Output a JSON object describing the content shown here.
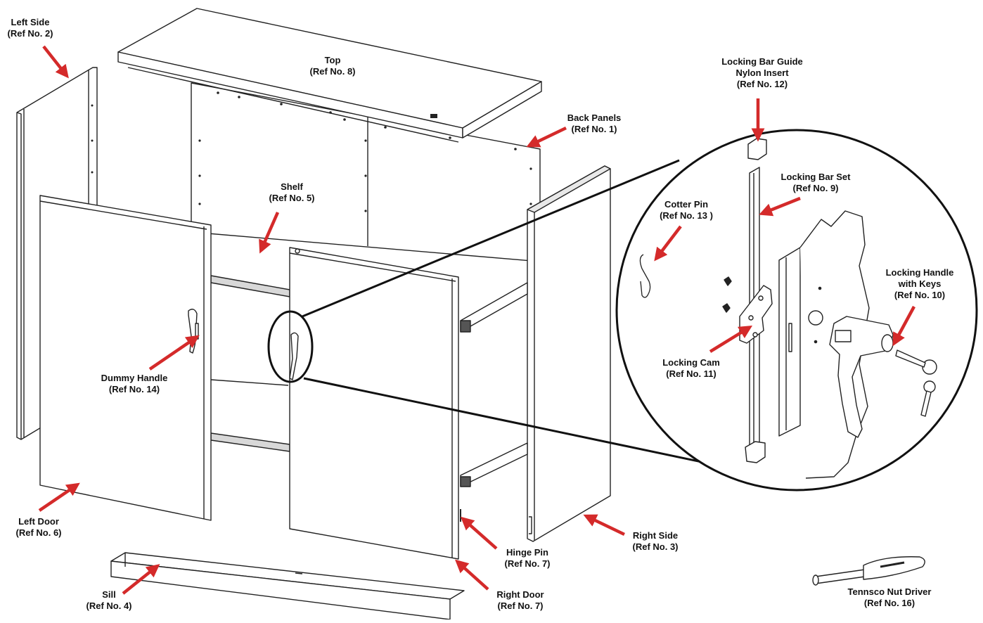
{
  "colors": {
    "arrow": "#d42a2a",
    "line": "#222222",
    "panel": "#ffffff",
    "shade": "#cfcfcf"
  },
  "labels": {
    "left_side": {
      "name": "Left Side",
      "ref": "(Ref No. 2)"
    },
    "top": {
      "name": "Top",
      "ref": "(Ref No. 8)"
    },
    "back_panels": {
      "name": "Back Panels",
      "ref": "(Ref No. 1)"
    },
    "shelf": {
      "name": "Shelf",
      "ref": "(Ref No. 5)"
    },
    "dummy_handle": {
      "name": "Dummy Handle",
      "ref": "(Ref No. 14)"
    },
    "left_door": {
      "name": "Left Door",
      "ref": "(Ref No. 6)"
    },
    "sill": {
      "name": "Sill",
      "ref": "(Ref No. 4)"
    },
    "hinge_pin": {
      "name": "Hinge Pin",
      "ref": "(Ref No. 7)"
    },
    "right_door": {
      "name": "Right Door",
      "ref": "(Ref No. 7)"
    },
    "right_side": {
      "name": "Right Side",
      "ref": "(Ref No. 3)"
    },
    "locking_bar_guide": {
      "name": "Locking Bar Guide",
      "name2": "Nylon Insert",
      "ref": "(Ref No. 12)"
    },
    "locking_bar_set": {
      "name": "Locking Bar Set",
      "ref": "(Ref No. 9)"
    },
    "cotter_pin": {
      "name": "Cotter Pin",
      "ref": "(Ref No. 13 )"
    },
    "locking_handle": {
      "name": "Locking Handle",
      "name2": "with Keys",
      "ref": "(Ref No. 10)"
    },
    "locking_cam": {
      "name": "Locking Cam",
      "ref": "(Ref No. 11)"
    },
    "nut_driver": {
      "name": "Tennsco Nut Driver",
      "ref": "(Ref No. 16)"
    }
  }
}
